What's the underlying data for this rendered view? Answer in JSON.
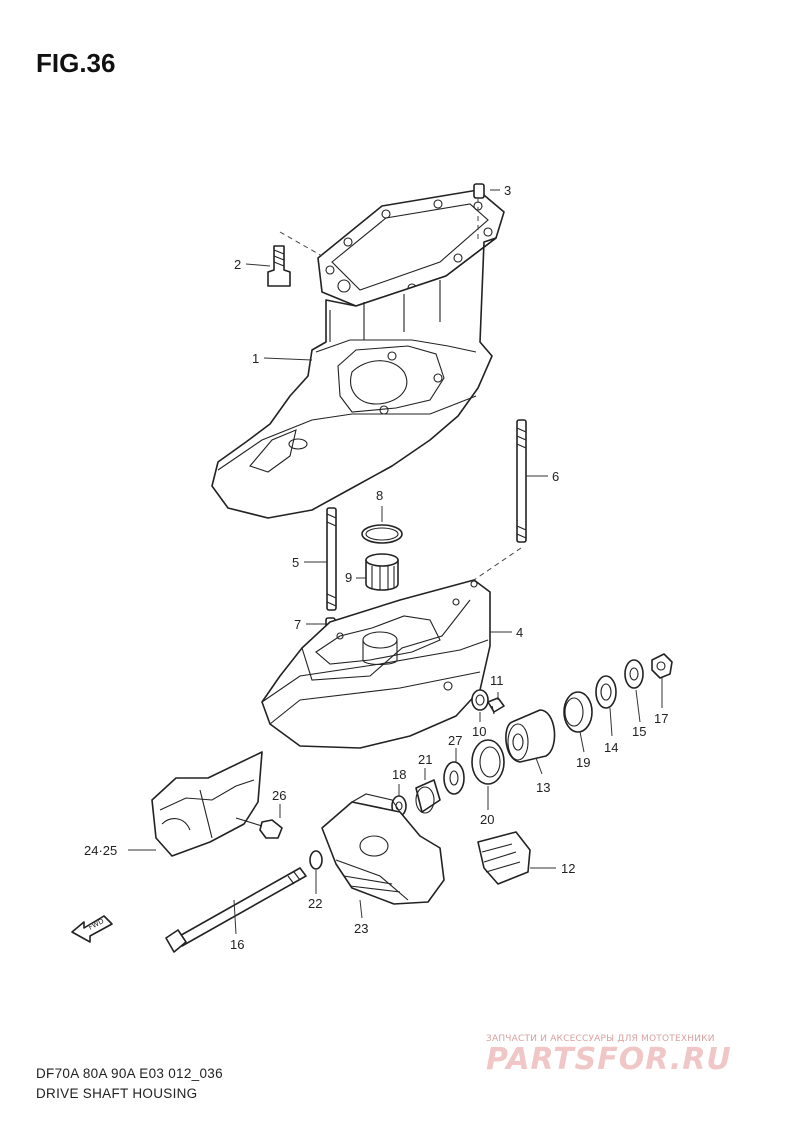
{
  "figure": {
    "title": "FIG.36",
    "model_line": "DF70A 80A 90A E03 012_036",
    "section_name": "DRIVE SHAFT HOUSING"
  },
  "fwd_label": "FWD",
  "watermark": {
    "subtitle": "ЗАПЧАСТИ И АКСЕССУАРЫ ДЛЯ МОТОТЕХНИКИ",
    "brand": "PARTSFOR.RU"
  },
  "part_labels": [
    {
      "id": "p1",
      "text": "1"
    },
    {
      "id": "p2",
      "text": "2"
    },
    {
      "id": "p3",
      "text": "3"
    },
    {
      "id": "p4",
      "text": "4"
    },
    {
      "id": "p5",
      "text": "5"
    },
    {
      "id": "p6",
      "text": "6"
    },
    {
      "id": "p7",
      "text": "7"
    },
    {
      "id": "p8",
      "text": "8"
    },
    {
      "id": "p9",
      "text": "9"
    },
    {
      "id": "p10",
      "text": "10"
    },
    {
      "id": "p11",
      "text": "11"
    },
    {
      "id": "p12",
      "text": "12"
    },
    {
      "id": "p13",
      "text": "13"
    },
    {
      "id": "p14",
      "text": "14"
    },
    {
      "id": "p15",
      "text": "15"
    },
    {
      "id": "p16",
      "text": "16"
    },
    {
      "id": "p17",
      "text": "17"
    },
    {
      "id": "p18",
      "text": "18"
    },
    {
      "id": "p19",
      "text": "19"
    },
    {
      "id": "p20",
      "text": "20"
    },
    {
      "id": "p21",
      "text": "21"
    },
    {
      "id": "p22",
      "text": "22"
    },
    {
      "id": "p23",
      "text": "23"
    },
    {
      "id": "p24",
      "text": "24·25"
    },
    {
      "id": "p26",
      "text": "26"
    },
    {
      "id": "p27",
      "text": "27"
    }
  ]
}
